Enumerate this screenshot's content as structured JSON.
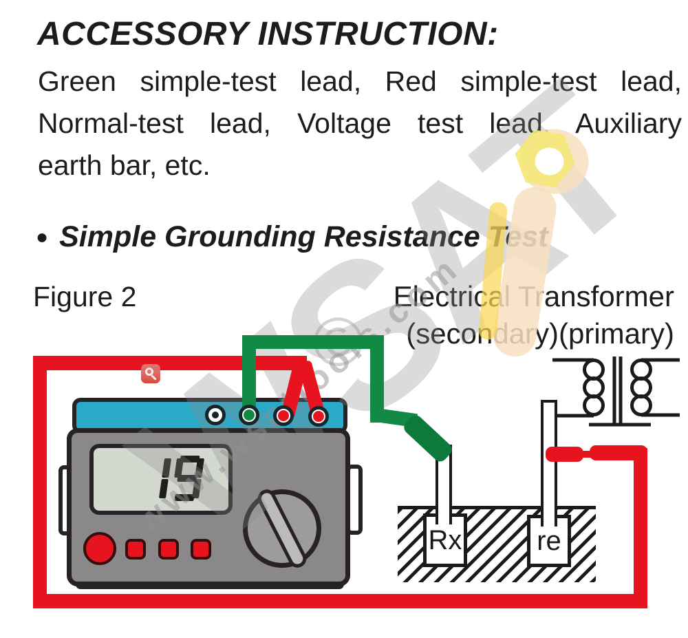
{
  "header": {
    "title": "ACCESSORY INSTRUCTION:",
    "paragraph_lines": [
      "Green simple-test lead, Red simple-test lead,",
      "Normal-test lead, Voltage test lead, Auxiliary",
      "earth bar, etc."
    ]
  },
  "section": {
    "bullet": "●",
    "title": "Simple Grounding Resistance Test"
  },
  "figure": {
    "label": "Figure 2",
    "transformer_label_line1": "Electrical Transformer",
    "transformer_label_line2": "(secondary)(primary)"
  },
  "meter": {
    "display": "19"
  },
  "ground": {
    "electrode_left_label": "Rx",
    "electrode_right_label": "re"
  },
  "watermark": {
    "brand": "WSAT",
    "url": "www.wsattools.com",
    "copyright": "©"
  },
  "icons": {
    "zoom_badge": "magnifier-icon"
  },
  "colors": {
    "red": "#e7131f",
    "green": "#118a45",
    "green_dark": "#0d7a3c",
    "blue": "#2aa9c9",
    "body_gray": "#8b8889",
    "knob_gray": "#9d9b9b",
    "knob_bar": "#bcbaba",
    "lcd": "#d3d9cf",
    "outline": "#262226",
    "line": "#1b1a18",
    "wm": "#8c8c8c",
    "text": "#1d1c1a"
  }
}
